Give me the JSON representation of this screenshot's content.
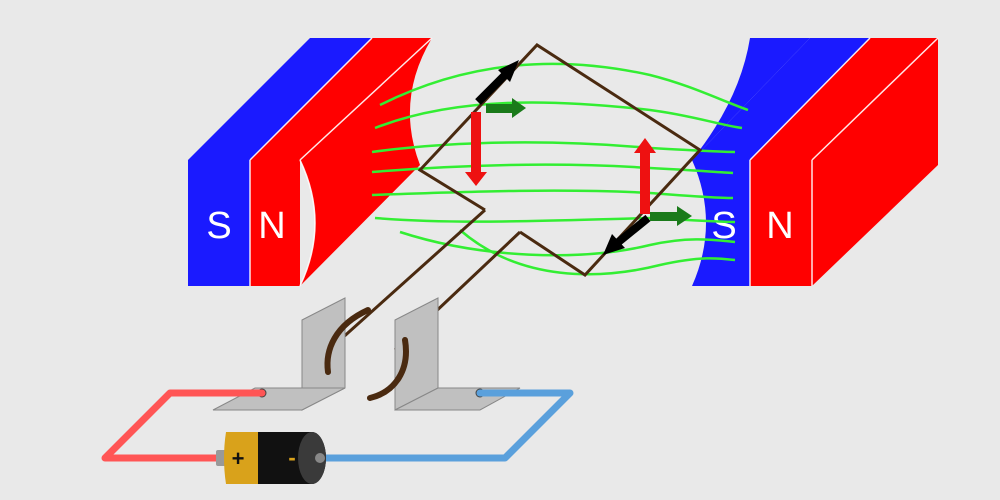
{
  "diagram": {
    "left_magnet": {
      "south_label": "S",
      "north_label": "N"
    },
    "right_magnet": {
      "south_label": "S",
      "north_label": "N"
    },
    "battery": {
      "positive_label": "+",
      "negative_label": "-"
    }
  },
  "colors": {
    "background": "#e9e9e9",
    "north_pole": "#ff0000",
    "south_pole": "#1a1aff",
    "field_lines": "#33ee33",
    "coil": "#4a2a10",
    "current_arrow": "#000000",
    "force_arrow": "#1a7a1a",
    "rotation_arrow": "#ee1111",
    "positive_wire": "#ff5555",
    "negative_wire": "#5aa0dc",
    "battery_body": "#111111",
    "battery_cap": "#d9a21b",
    "brush_plate": "#c0c0c0"
  }
}
